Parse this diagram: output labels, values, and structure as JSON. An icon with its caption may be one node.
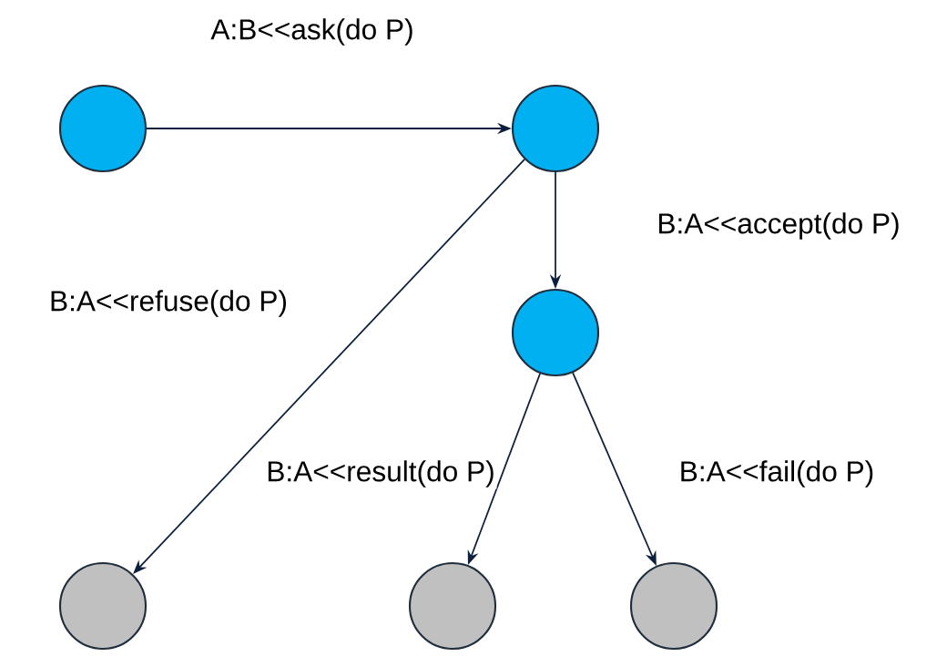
{
  "diagram": {
    "nodes": [
      {
        "text": [],
        "shape": "circle"
      },
      {
        "text": [],
        "shape": "circle"
      },
      {
        "text": [],
        "shape": "circle"
      },
      {
        "text": [],
        "shape": "circle"
      },
      {
        "text": [],
        "shape": "circle"
      },
      {
        "text": [],
        "shape": "circle"
      }
    ],
    "edges": [
      {
        "from": 0,
        "to": 1,
        "arrow": "to",
        "label": "A:B<<ask(do P)"
      },
      {
        "from": 1,
        "to": 2,
        "arrow": "to",
        "label": "B:A<<accept(do P)"
      },
      {
        "from": 1,
        "to": 3,
        "arrow": "to",
        "label": "B:A<<refuse(do P)"
      },
      {
        "from": 2,
        "to": 4,
        "arrow": "to",
        "label": "B:A<<result(do P)"
      },
      {
        "from": 2,
        "to": 5,
        "arrow": "to",
        "label": "B:A<<fail(do P)"
      }
    ]
  }
}
